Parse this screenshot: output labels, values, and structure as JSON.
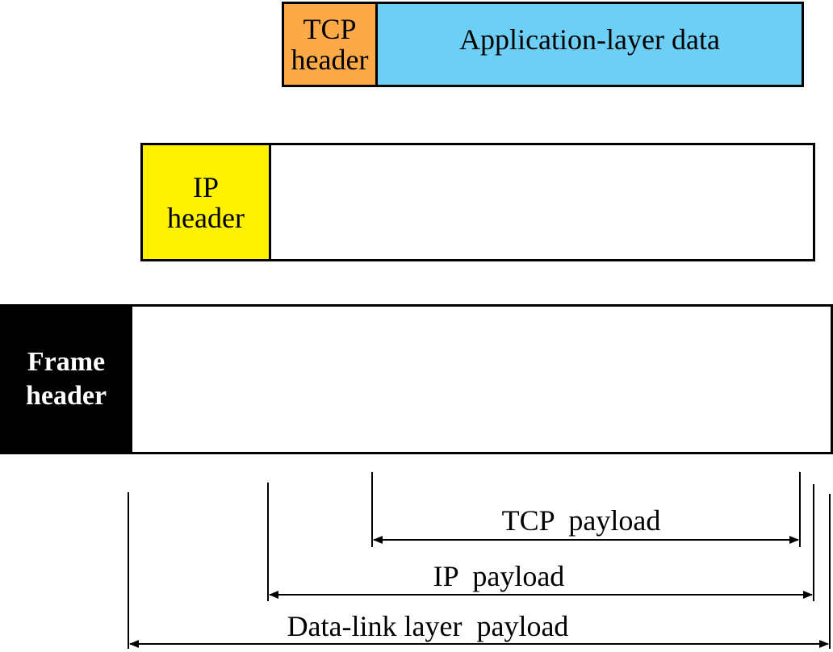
{
  "tcp_segment": {
    "header_label": "TCP\nheader",
    "data_label": "Application-layer data",
    "header_color": "#fbaa47",
    "data_color": "#6dcff6"
  },
  "ip_packet": {
    "header_label": "IP\nheader",
    "header_color": "#fff200",
    "payload_color": "#ffffff"
  },
  "frame": {
    "header_label": "Frame\nheader",
    "header_color": "#000000",
    "payload_color": "#ffffff"
  },
  "payloads": {
    "tcp_label": "TCP  payload",
    "ip_label": "IP  payload",
    "datalink_label": "Data-link layer  payload"
  }
}
